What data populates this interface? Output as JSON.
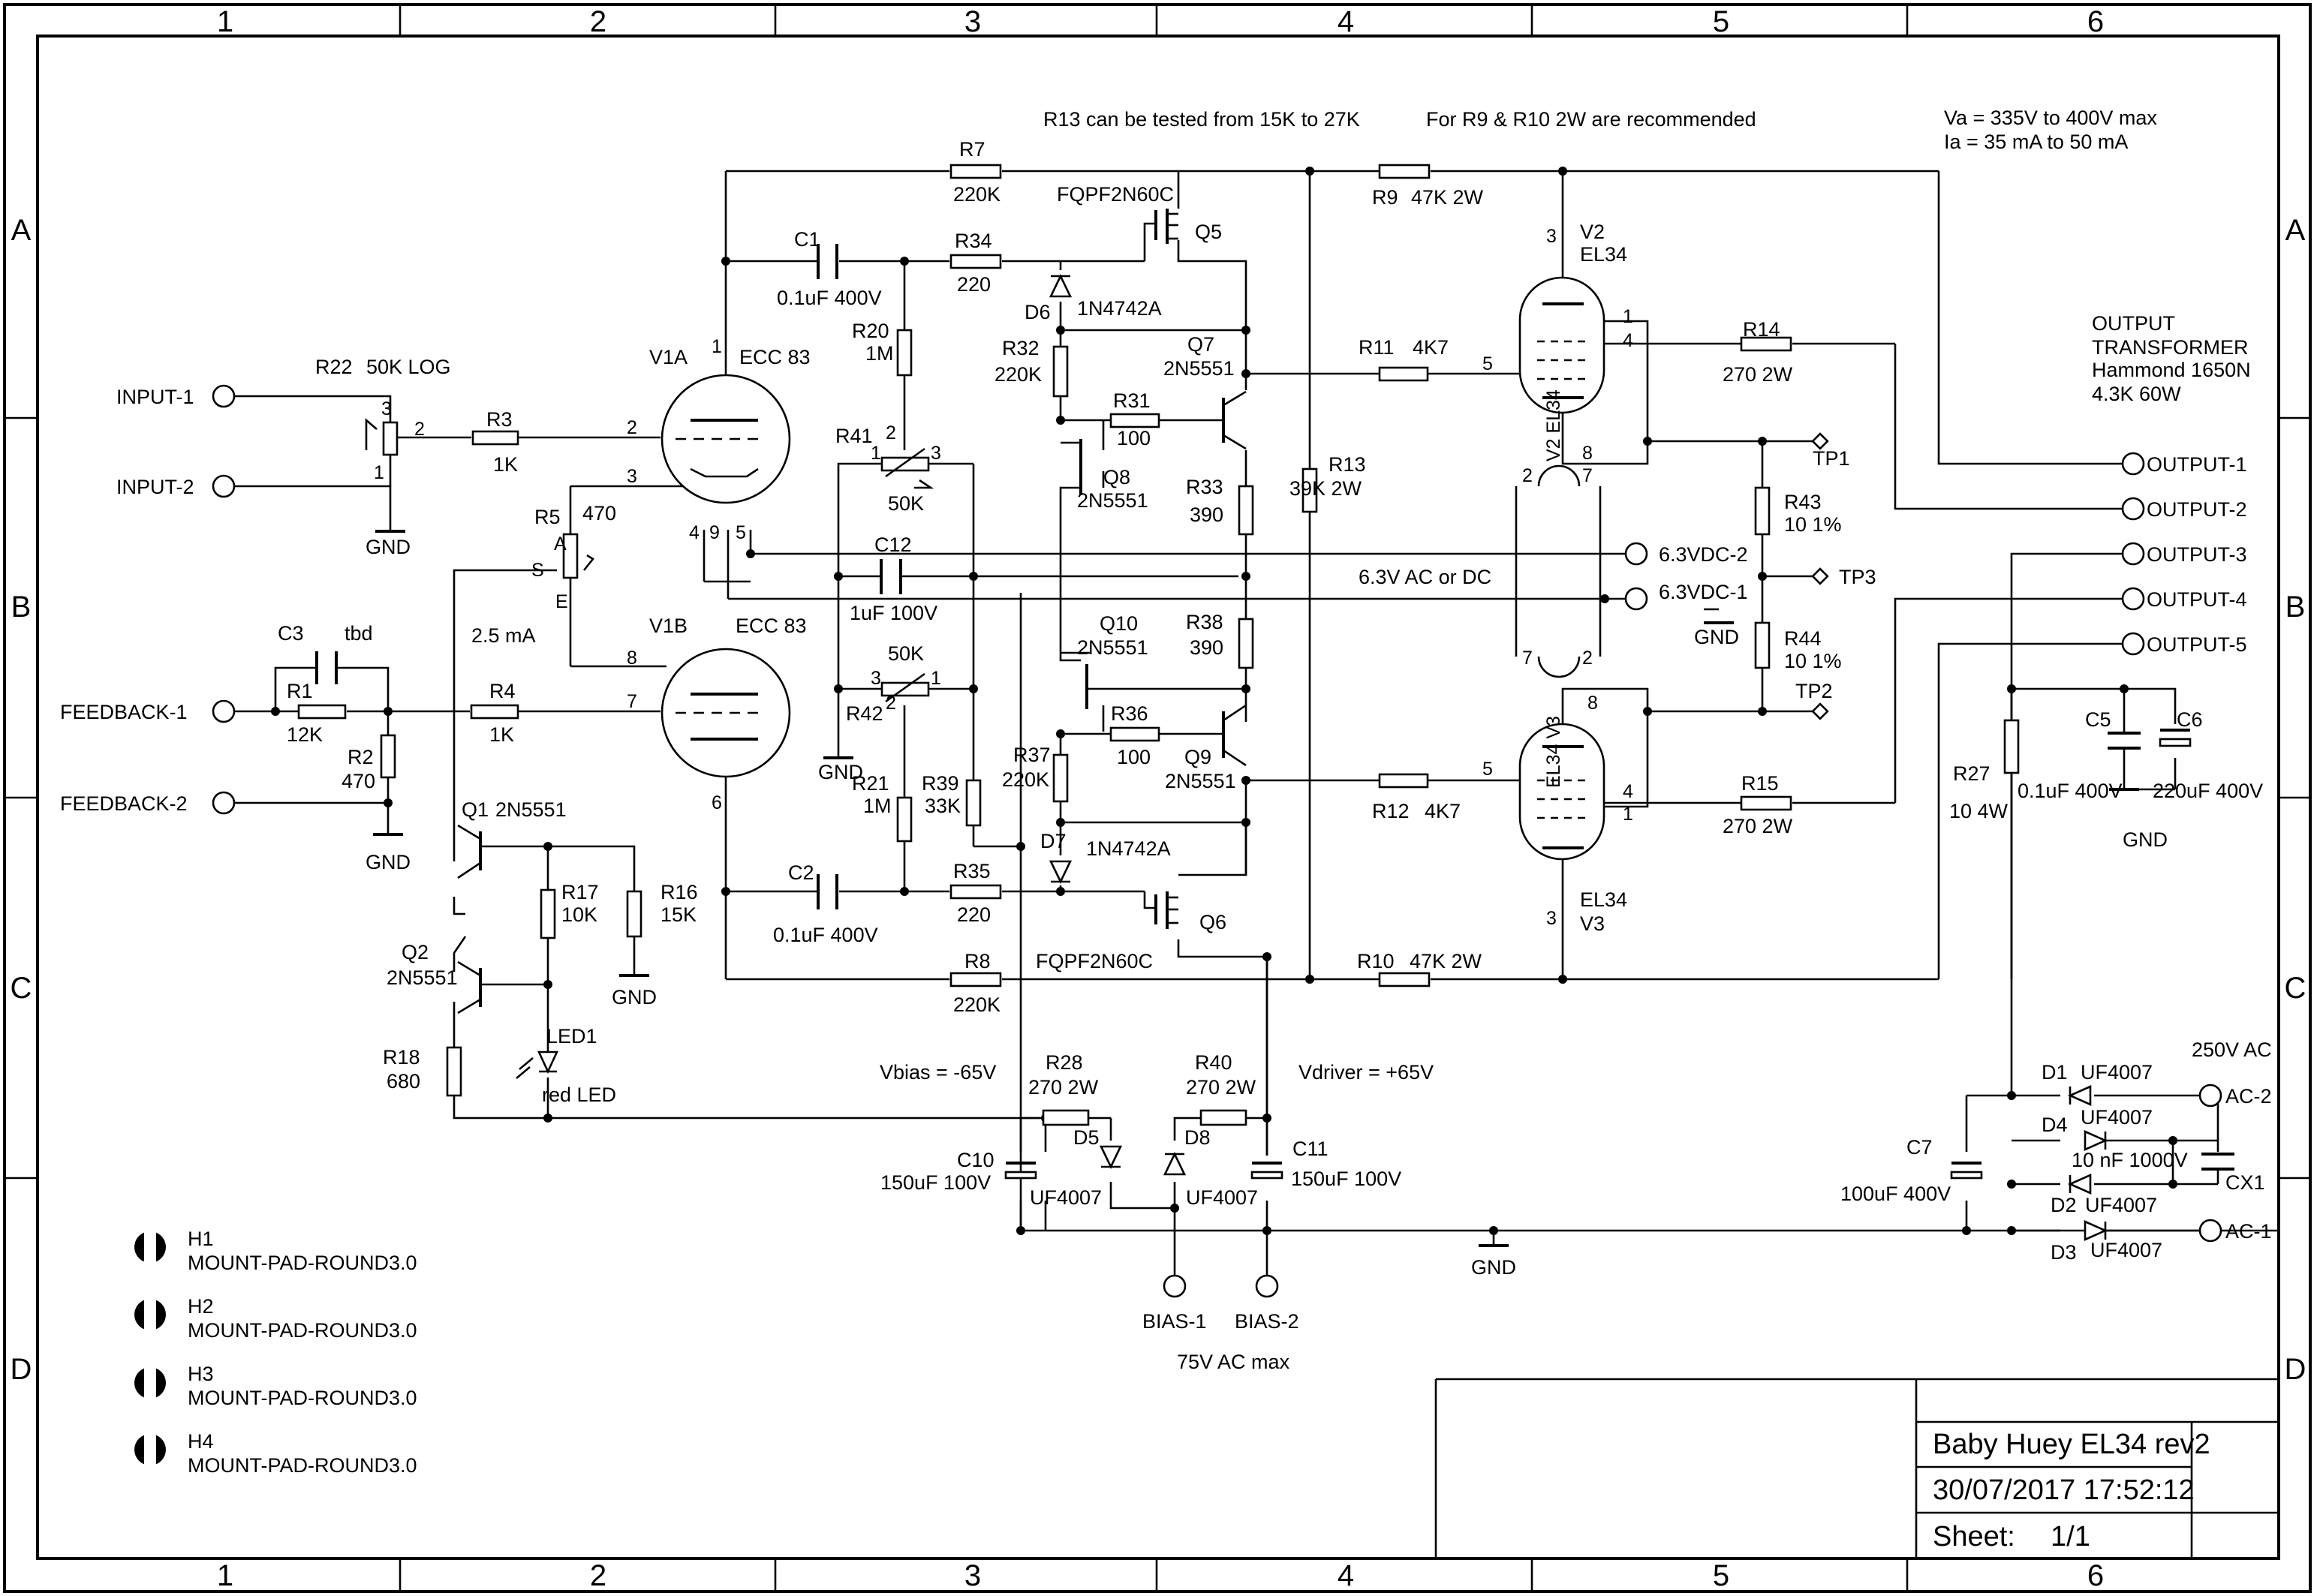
{
  "frame": {
    "columns": [
      "1",
      "2",
      "3",
      "4",
      "5",
      "6"
    ],
    "rows": [
      "A",
      "B",
      "C",
      "D"
    ]
  },
  "title_block": {
    "title": "Baby Huey EL34 rev2",
    "date": "30/07/2017 17:52:12",
    "sheet_label": "Sheet:",
    "sheet_value": "1/1"
  },
  "notes": {
    "r13_note": "R13 can be tested from 15K to 27K",
    "r9_note": "For R9 & R10 2W are recommended",
    "va": "Va = 335V to 400V max",
    "ia": "Ia = 35 mA to 50 mA",
    "heater": "6.3V AC or DC",
    "vbias": "Vbias = -65V",
    "vdriver": "Vdriver = +65V",
    "bias_ac": "75V AC max",
    "ac_in": "250V AC",
    "r5_current": "2.5 mA",
    "ot_title_1": "OUTPUT",
    "ot_title_2": "TRANSFORMER",
    "ot_model": "Hammond 1650N",
    "ot_spec": "4.3K 60W"
  },
  "connectors": {
    "input1": "INPUT-1",
    "input2": "INPUT-2",
    "feedback1": "FEEDBACK-1",
    "feedback2": "FEEDBACK-2",
    "output1": "OUTPUT-1",
    "output2": "OUTPUT-2",
    "output3": "OUTPUT-3",
    "output4": "OUTPUT-4",
    "output5": "OUTPUT-5",
    "heater2": "6.3VDC-2",
    "heater1": "6.3VDC-1",
    "ac2": "AC-2",
    "ac1": "AC-1",
    "bias1": "BIAS-1",
    "bias2": "BIAS-2",
    "tp1": "TP1",
    "tp2": "TP2",
    "tp3": "TP3"
  },
  "gnd": "GND",
  "components": {
    "r22": {
      "ref": "R22",
      "value": "50K LOG"
    },
    "r3": {
      "ref": "R3",
      "value": "1K"
    },
    "r5": {
      "ref": "R5",
      "value": "470"
    },
    "c3": {
      "ref": "C3",
      "value": "tbd"
    },
    "r1": {
      "ref": "R1",
      "value": "12K"
    },
    "r2": {
      "ref": "R2",
      "value": "470"
    },
    "r4": {
      "ref": "R4",
      "value": "1K"
    },
    "q1": {
      "ref": "Q1",
      "value": "2N5551"
    },
    "q2": {
      "ref": "Q2",
      "value": "2N5551"
    },
    "r17": {
      "ref": "R17",
      "value": "10K"
    },
    "r16": {
      "ref": "R16",
      "value": "15K"
    },
    "r18": {
      "ref": "R18",
      "value": "680"
    },
    "led1": {
      "ref": "LED1",
      "value": "red  LED"
    },
    "v1a": {
      "ref": "V1A",
      "value": "ECC 83"
    },
    "v1b": {
      "ref": "V1B",
      "value": "ECC 83"
    },
    "r7": {
      "ref": "R7",
      "value": "220K"
    },
    "r8": {
      "ref": "R8",
      "value": "220K"
    },
    "c1": {
      "ref": "C1",
      "value": "0.1uF 400V"
    },
    "c2": {
      "ref": "C2",
      "value": "0.1uF 400V"
    },
    "r34": {
      "ref": "R34",
      "value": "220"
    },
    "r35": {
      "ref": "R35",
      "value": "220"
    },
    "r20": {
      "ref": "R20",
      "value": "1M"
    },
    "r21": {
      "ref": "R21",
      "value": "1M"
    },
    "r41": {
      "ref": "R41",
      "value": "50K"
    },
    "r42": {
      "ref": "R42",
      "value": "50K"
    },
    "c12": {
      "ref": "C12",
      "value": "1uF 100V"
    },
    "r39": {
      "ref": "R39",
      "value": "33K"
    },
    "q5": {
      "ref": "Q5",
      "value": "FQPF2N60C"
    },
    "q6": {
      "ref": "Q6",
      "value": "FQPF2N60C"
    },
    "d6": {
      "ref": "D6",
      "value": "1N4742A"
    },
    "d7": {
      "ref": "D7",
      "value": "1N4742A"
    },
    "r32": {
      "ref": "R32",
      "value": "220K"
    },
    "r37": {
      "ref": "R37",
      "value": "220K"
    },
    "q7": {
      "ref": "Q7",
      "value": "2N5551"
    },
    "q8": {
      "ref": "Q8",
      "value": "2N5551"
    },
    "q9": {
      "ref": "Q9",
      "value": "2N5551"
    },
    "q10": {
      "ref": "Q10",
      "value": "2N5551"
    },
    "r31": {
      "ref": "R31",
      "value": "100"
    },
    "r36": {
      "ref": "R36",
      "value": "100"
    },
    "r33": {
      "ref": "R33",
      "value": "390"
    },
    "r38": {
      "ref": "R38",
      "value": "390"
    },
    "r9": {
      "ref": "R9",
      "value": "47K 2W"
    },
    "r10": {
      "ref": "R10",
      "value": "47K 2W"
    },
    "r13": {
      "ref": "R13",
      "value": "39K 2W"
    },
    "r11": {
      "ref": "R11",
      "value": "4K7"
    },
    "r12": {
      "ref": "R12",
      "value": "4K7"
    },
    "v2": {
      "ref": "V2",
      "value": "EL34"
    },
    "v3": {
      "ref": "V3",
      "value": "EL34"
    },
    "v2_heater": "V2  EL34",
    "v3_heater": "EL34  V3",
    "r14": {
      "ref": "R14",
      "value": "270 2W"
    },
    "r15": {
      "ref": "R15",
      "value": "270 2W"
    },
    "r43": {
      "ref": "R43",
      "value": "10 1%"
    },
    "r44": {
      "ref": "R44",
      "value": "10 1%"
    },
    "r27": {
      "ref": "R27",
      "value": "10 4W"
    },
    "c5": {
      "ref": "C5",
      "value": "0.1uF 400V"
    },
    "c6": {
      "ref": "C6",
      "value": "220uF 400V"
    },
    "r28": {
      "ref": "R28",
      "value": "270 2W"
    },
    "r40": {
      "ref": "R40",
      "value": "270 2W"
    },
    "d5": {
      "ref": "D5",
      "value": "UF4007"
    },
    "d8": {
      "ref": "D8",
      "value": "UF4007"
    },
    "c10": {
      "ref": "C10",
      "value": "150uF 100V"
    },
    "c11": {
      "ref": "C11",
      "value": "150uF 100V"
    },
    "d1": {
      "ref": "D1",
      "value": "UF4007"
    },
    "d2": {
      "ref": "D2",
      "value": "UF4007"
    },
    "d3": {
      "ref": "D3",
      "value": "UF4007"
    },
    "d4": {
      "ref": "D4",
      "value": "UF4007"
    },
    "c7": {
      "ref": "C7",
      "value": "100uF 400V"
    },
    "cx1": {
      "ref": "CX1",
      "value": "10 nF 1000V"
    },
    "h1": {
      "ref": "H1",
      "value": "MOUNT-PAD-ROUND3.0"
    },
    "h2": {
      "ref": "H2",
      "value": "MOUNT-PAD-ROUND3.0"
    },
    "h3": {
      "ref": "H3",
      "value": "MOUNT-PAD-ROUND3.0"
    },
    "h4": {
      "ref": "H4",
      "value": "MOUNT-PAD-ROUND3.0"
    }
  },
  "pins": {
    "p1": "1",
    "p2": "2",
    "p3": "3",
    "p4": "4",
    "p5": "5",
    "p6": "6",
    "p7": "7",
    "p8": "8",
    "p9": "9",
    "pa": "A",
    "ps": "S",
    "pe": "E"
  }
}
